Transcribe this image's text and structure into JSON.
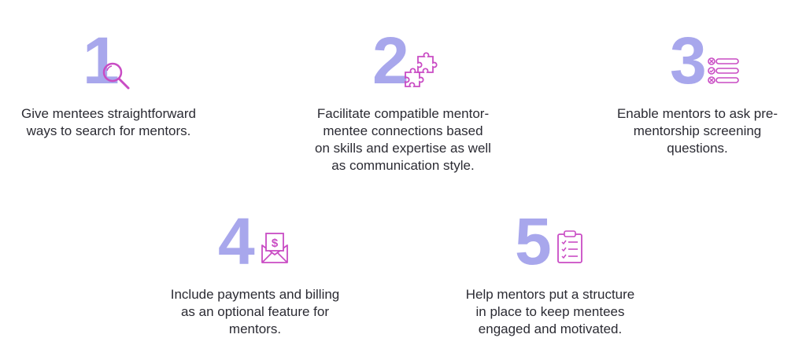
{
  "steps": [
    {
      "number": "1",
      "icon": "magnifier-icon",
      "lines": [
        "Give mentees straightforward",
        "ways to search for mentors."
      ]
    },
    {
      "number": "2",
      "icon": "puzzle-icon",
      "lines": [
        "Facilitate compatible mentor-",
        "mentee connections based",
        "on skills and expertise as well",
        "as communication style."
      ]
    },
    {
      "number": "3",
      "icon": "checklist-icon",
      "lines": [
        "Enable mentors to ask pre-",
        "mentorship screening",
        "questions."
      ]
    },
    {
      "number": "4",
      "icon": "dollar-envelope-icon",
      "lines": [
        "Include payments and billing",
        "as an optional feature for",
        "mentors."
      ]
    },
    {
      "number": "5",
      "icon": "clipboard-icon",
      "lines": [
        "Help mentors put a structure",
        "in place to keep mentees",
        "engaged and motivated."
      ]
    }
  ],
  "colors": {
    "numeral": "#a8a7ec",
    "icon": "#c94cc4",
    "text": "#2b2b33"
  }
}
